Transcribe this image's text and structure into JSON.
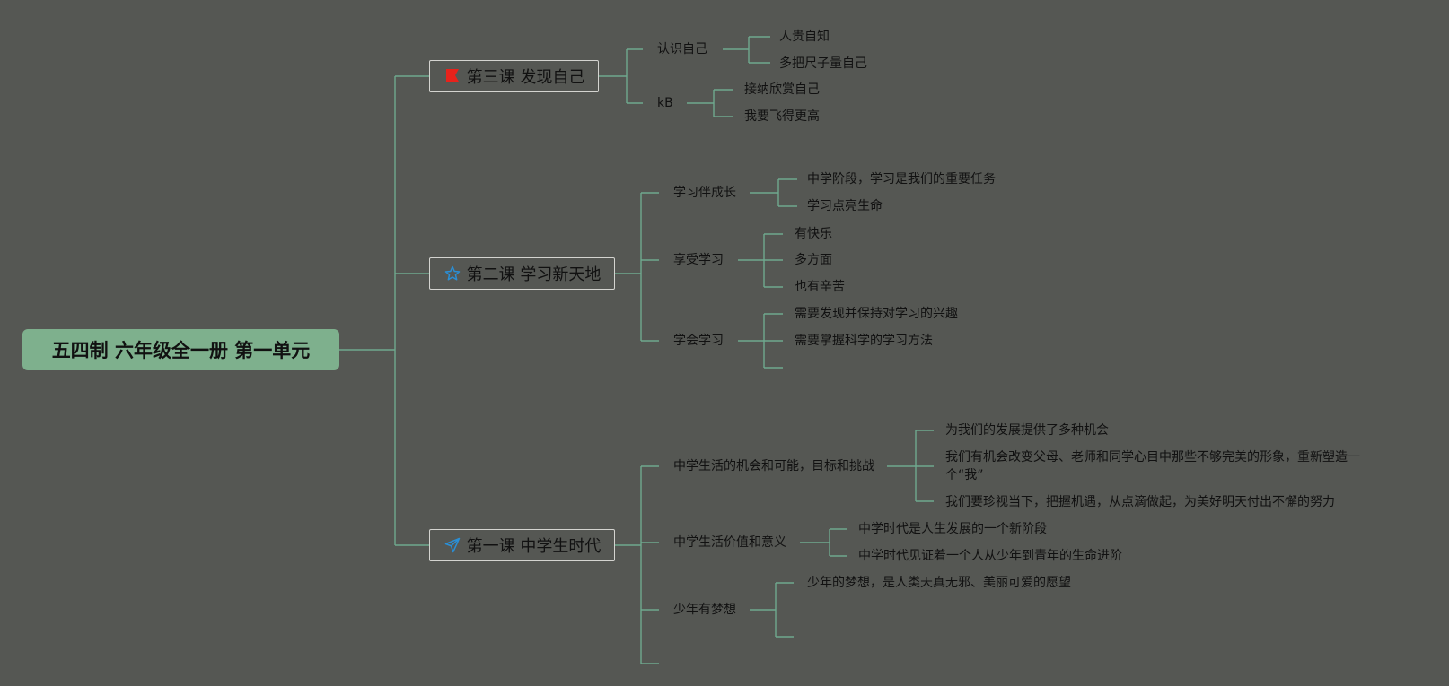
{
  "root": {
    "label": "五四制 六年级全一册 第一单元"
  },
  "lessons": [
    {
      "label": "第三课 发现自己",
      "icon": "red-flag-icon",
      "icon_color": "#e8221b",
      "subs": [
        {
          "label": "认识自己",
          "leaves": [
            "人贵自知",
            "多把尺子量自己"
          ]
        },
        {
          "label": "kB",
          "leaves": [
            "接纳欣赏自己",
            "我要飞得更高"
          ]
        }
      ]
    },
    {
      "label": "第二课 学习新天地",
      "icon": "star-icon",
      "icon_color": "#2a8fd6",
      "subs": [
        {
          "label": "学习伴成长",
          "leaves": [
            "中学阶段，学习是我们的重要任务",
            "学习点亮生命"
          ]
        },
        {
          "label": "享受学习",
          "leaves": [
            "有快乐",
            "多方面",
            "也有辛苦"
          ]
        },
        {
          "label": "学会学习",
          "leaves": [
            "需要发现并保持对学习的兴趣",
            "需要掌握科学的学习方法"
          ]
        }
      ]
    },
    {
      "label": "第一课 中学生时代",
      "icon": "paper-plane-icon",
      "icon_color": "#2a8fd6",
      "subs": [
        {
          "label": "中学生活的机会和可能，目标和挑战",
          "leaves": [
            "为我们的发展提供了多种机会",
            "我们有机会改变父母、老师和同学心目中那些不够完美的形象，重新塑造一个“我”",
            "我们要珍视当下，把握机遇，从点滴做起，为美好明天付出不懈的努力"
          ]
        },
        {
          "label": "中学生活价值和意义",
          "leaves": [
            "中学时代是人生发展的一个新阶段",
            "中学时代见证着一个人从少年到青年的生命进阶"
          ]
        },
        {
          "label": "少年有梦想",
          "leaves": [
            "少年的梦想，是人类天真无邪、美丽可爱的愿望"
          ]
        }
      ]
    }
  ]
}
